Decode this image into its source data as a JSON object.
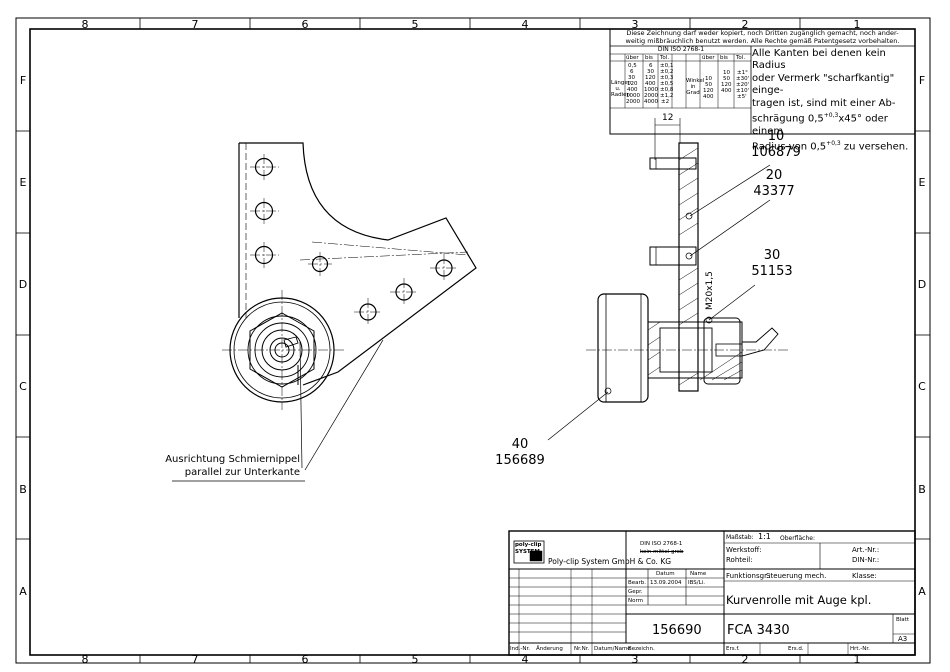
{
  "zones": {
    "top": [
      "8",
      "7",
      "6",
      "5",
      "4",
      "3",
      "2",
      "1"
    ],
    "bottom": [
      "8",
      "7",
      "6",
      "5",
      "4",
      "3",
      "2",
      "1"
    ],
    "left": [
      "F",
      "E",
      "D",
      "C",
      "B",
      "A"
    ],
    "right": [
      "F",
      "E",
      "D",
      "C",
      "B",
      "A"
    ]
  },
  "copyright_note": {
    "line1": "Diese Zeichnung darf weder kopiert, noch Dritten zugänglich gemacht, noch ander-",
    "line2": "weitig mißbräuchlich benutzt werden. Alle Rechte gemäß Patentgesetz vorbehalten."
  },
  "tolerance_table": {
    "title": "DIN ISO 2768-1",
    "header": [
      "über",
      "bis",
      "Tol.",
      "über",
      "bis",
      "Tol."
    ],
    "label_left": "Längen u. Radien",
    "label_right": "Winkel in Grad",
    "rows_left": [
      [
        "0,5",
        "6",
        "±0,1"
      ],
      [
        "6",
        "30",
        "±0,2"
      ],
      [
        "30",
        "120",
        "±0,3"
      ],
      [
        "120",
        "400",
        "±0,5"
      ],
      [
        "400",
        "1000",
        "±0,8"
      ],
      [
        "1000",
        "2000",
        "±1,2"
      ],
      [
        "2000",
        "4000",
        "±2"
      ]
    ],
    "rows_right": [
      [
        "",
        "10",
        "±1°"
      ],
      [
        "10",
        "50",
        "±30'"
      ],
      [
        "50",
        "120",
        "±20'"
      ],
      [
        "120",
        "400",
        "±10'"
      ],
      [
        "400",
        "",
        "±5'"
      ]
    ]
  },
  "edge_note": {
    "line1": "Alle Kanten bei denen kein Radius",
    "line2": "oder Vermerk \"scharfkantig\" einge-",
    "line3": "tragen ist, sind mit einer Ab-",
    "line4": "schrägung 0,5",
    "line4_sup": "+0,3",
    "line4_end": "x45° oder einem",
    "line5": "Radius von 0,5",
    "line5_sup": "+0,3",
    "line5_end": " zu versehen."
  },
  "dimension": {
    "width": "12",
    "thread": "M20x1,5"
  },
  "callouts": [
    {
      "pos": "10",
      "part": "106879"
    },
    {
      "pos": "20",
      "part": "43377"
    },
    {
      "pos": "30",
      "part": "51153"
    },
    {
      "pos": "40",
      "part": "156689"
    }
  ],
  "annotation": {
    "line1": "Ausrichtung Schmiernippel",
    "line2": "parallel zur Unterkante"
  },
  "title_block": {
    "company": "Poly-clip System GmbH & Co. KG",
    "logo_text": "poly-clip",
    "logo_sub": "SYSTEM",
    "standard": "DIN ISO 2768-1",
    "standard_class": "kein mittel grob",
    "scale_label": "Maßstab:",
    "scale_value": "1:1",
    "surface_label": "Oberfläche:",
    "material_label": "Werkstoff:",
    "rawpart_label": "Rohteil:",
    "article_label": "Art.-Nr.:",
    "din_label": "DIN-Nr.:",
    "function_label": "Funktionsgr.:",
    "function_value": "Steuerung mech.",
    "class_label": "Klasse:",
    "date_header": "Datum",
    "name_header": "Name",
    "drawn_label": "Bearb.",
    "drawn_date": "13.09.2004",
    "drawn_name": "IBS/Li.",
    "checked_label": "Gepr.",
    "norm_label": "Norm",
    "title": "Kurvenrolle mit Auge kpl.",
    "drawing_number": "156690",
    "code": "FCA 3430",
    "sheet_label": "Blatt",
    "format": "A3",
    "rev_headers": [
      "Ind.-Nr.",
      "Änderung",
      "Nr.Nr.",
      "Datum/Name",
      "Bezeichn.",
      "Ers.f.",
      "Ers.d.",
      "Hrt.-Nr."
    ]
  }
}
